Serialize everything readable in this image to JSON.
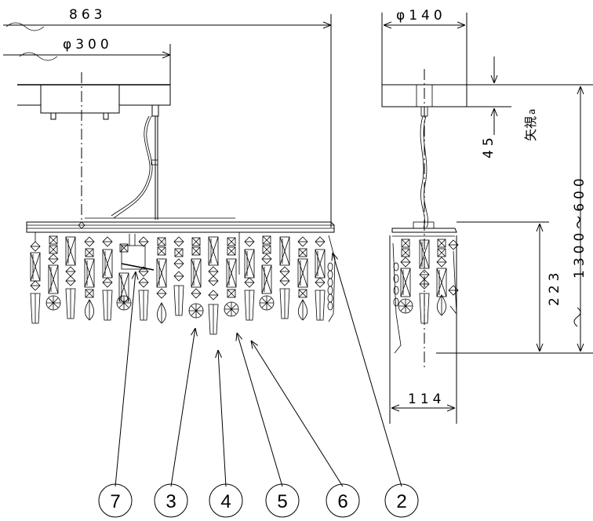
{
  "dimensions": {
    "overall_width": "863",
    "canopy_diameter": "φ300",
    "side_canopy_diameter": "φ140",
    "canopy_height": "45",
    "drop_range": "1300～600",
    "body_height": "223",
    "body_depth": "114"
  },
  "notes": {
    "view_label": "矢視",
    "view_label_sub": "a"
  },
  "callouts": [
    "7",
    "3",
    "4",
    "5",
    "6",
    "2"
  ]
}
